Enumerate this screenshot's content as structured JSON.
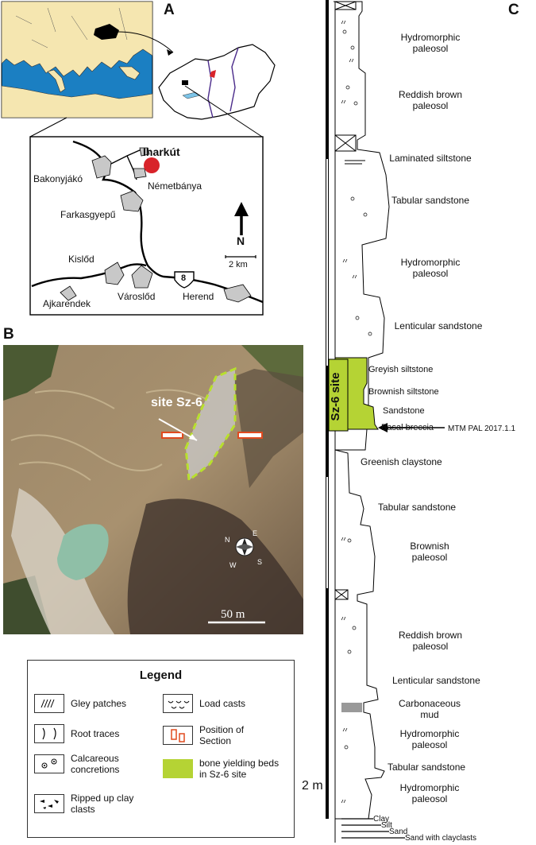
{
  "panels": {
    "a": "A",
    "b": "B",
    "c": "C"
  },
  "map_a": {
    "places": {
      "iharkut": "Iharkút",
      "bakonyjako": "Bakonyjákó",
      "nemetbanya": "Németbánya",
      "farkasgyepu": "Farkasgyepű",
      "kislod": "Kislőd",
      "ajkarendek": "Ajkarendek",
      "varoslod": "Városlőd",
      "herend": "Herend"
    },
    "north": "N",
    "scale": "2 km",
    "road_number": "8"
  },
  "photo_b": {
    "site_label": "site Sz-6",
    "scale": "50 m",
    "compass": {
      "n": "N",
      "e": "E",
      "s": "S",
      "w": "W"
    }
  },
  "section_c": {
    "units": [
      {
        "label": "Hydromorphic paleosol"
      },
      {
        "label": "Reddish brown paleosol"
      },
      {
        "label": "Laminated siltstone"
      },
      {
        "label": "Tabular sandstone"
      },
      {
        "label": "Hydromorphic paleosol"
      },
      {
        "label": "Lenticular sandstone"
      },
      {
        "label": "Greyish siltstone"
      },
      {
        "label": "Brownish siltstone"
      },
      {
        "label": "Sandstone"
      },
      {
        "label": "Basal breccia"
      },
      {
        "label": "Greenish claystone"
      },
      {
        "label": "Tabular sandstone"
      },
      {
        "label": "Brownish paleosol"
      },
      {
        "label": "Reddish brown paleosol"
      },
      {
        "label": "Lenticular sandstone"
      },
      {
        "label": "Carbonaceous mud"
      },
      {
        "label": "Hydromorphic paleosol"
      },
      {
        "label": "Tabular sandstone"
      },
      {
        "label": "Hydromorphic paleosol"
      }
    ],
    "site_bar": "Sz-6 site",
    "specimen": "MTM PAL 2017.1.1",
    "scale_label": "2 m",
    "grain_sizes": [
      "Clay",
      "Silt",
      "Sand",
      "Sand with clayclasts"
    ],
    "colors": {
      "bone_beds": "#b5d334",
      "concretion_bed": "#999999"
    }
  },
  "legend": {
    "title": "Legend",
    "items": [
      {
        "label": "Gley patches"
      },
      {
        "label": "Root traces"
      },
      {
        "label": "Calcareous concretions"
      },
      {
        "label": "Ripped up clay clasts"
      },
      {
        "label": "Load casts"
      },
      {
        "label": "Position of Section"
      },
      {
        "label": "bone yielding beds in Sz-6 site"
      }
    ],
    "icons": [
      "gley-icon",
      "root-icon",
      "concretion-icon",
      "clay-clast-icon",
      "load-cast-icon",
      "section-position-icon",
      "bone-bed-swatch-icon"
    ]
  }
}
